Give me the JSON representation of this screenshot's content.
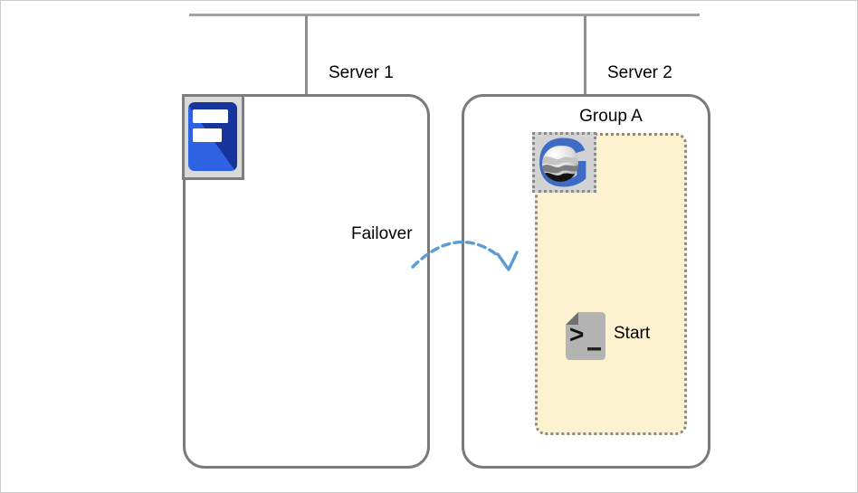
{
  "diagram_type": "cluster-failover-diagram",
  "servers": [
    {
      "label": "Server 1",
      "icon": "server-icon",
      "state": "empty"
    },
    {
      "label": "Server 2",
      "icon": "cluster-group-icon",
      "state": "running-group"
    }
  ],
  "group": {
    "label": "Group A",
    "icon": "cluster-group-icon"
  },
  "resources": [
    {
      "label": "Start",
      "icon": "start-script-icon"
    }
  ],
  "failover": {
    "label": "Failover",
    "arrow_icon": "failover-arrow-icon",
    "direction": "server1-to-server2"
  },
  "colors": {
    "arrow_blue": "#5b9bd5",
    "group_fill": "#fdf2d0",
    "shape_border_gray": "#7a7a7a",
    "bus_gray": "#a2a2a2",
    "icon_tile_gray": "#d9d9d9",
    "server_icon_blue_dark": "#16349c",
    "server_icon_blue_light": "#2e62e2",
    "group_icon_blue": "#3e6cc5"
  }
}
